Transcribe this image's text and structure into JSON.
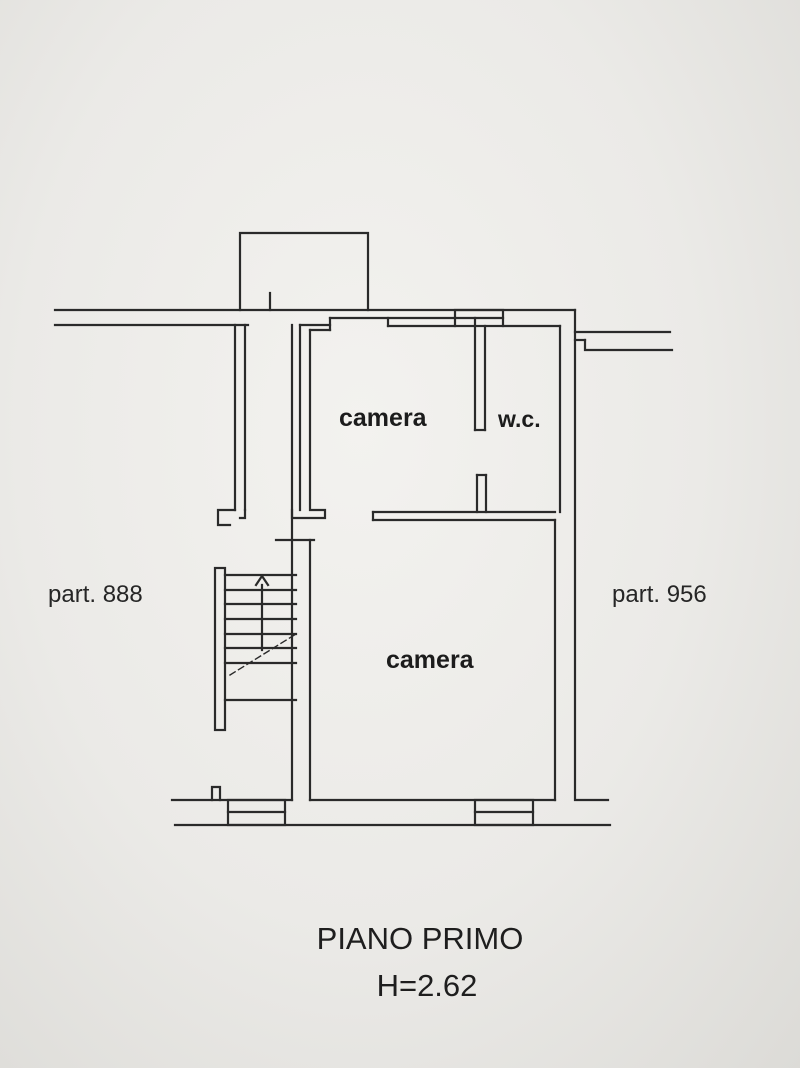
{
  "rooms": {
    "camera_upper": "camera",
    "wc": "w.c.",
    "camera_lower": "camera"
  },
  "neighbors": {
    "left": "part. 888",
    "right": "part. 956"
  },
  "floor": {
    "name": "PIANO PRIMO",
    "height": "H=2.62"
  },
  "colors": {
    "ink": "#2a2a2a",
    "paper": "#eeede9"
  }
}
